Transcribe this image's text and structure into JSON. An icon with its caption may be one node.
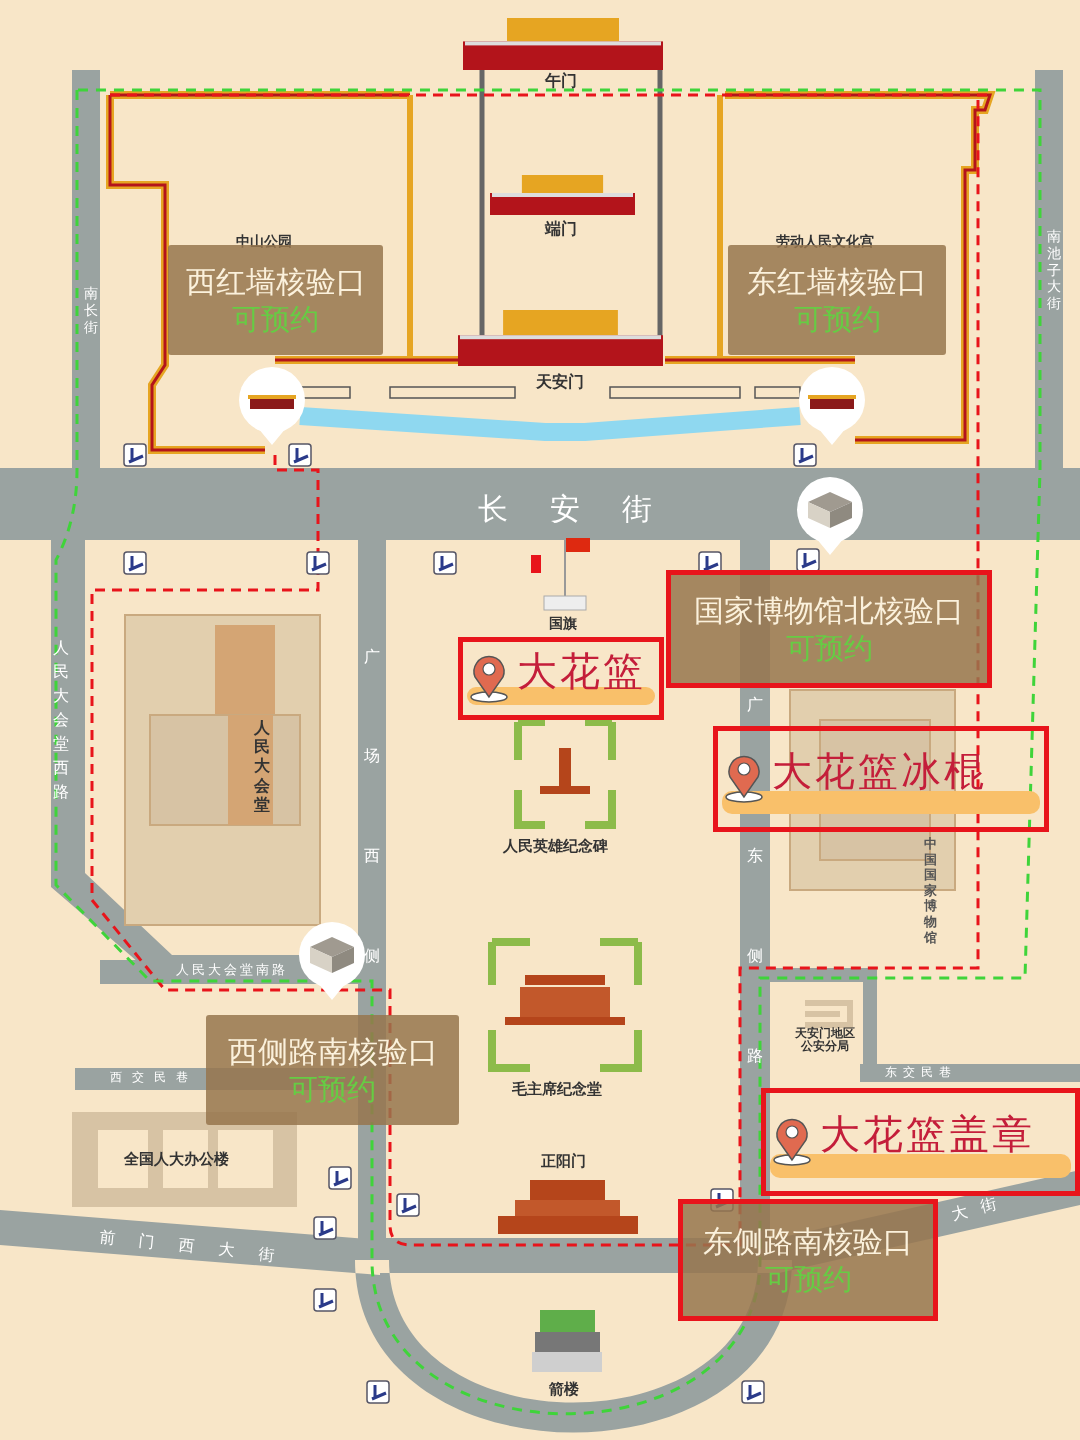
{
  "diagram": {
    "nodes": [
      {
        "text": [
          "西红墙核验口",
          "可预约"
        ]
      },
      {
        "text": [
          "东红墙核验口",
          "可预约"
        ]
      },
      {
        "text": [
          "大花篮"
        ]
      },
      {
        "text": [
          "国家博物馆北核验口",
          "可预约"
        ]
      },
      {
        "text": [
          "大花篮冰棍"
        ]
      },
      {
        "text": [
          "西侧路南核验口",
          "可预约"
        ]
      },
      {
        "text": [
          "大花篮盖章"
        ]
      },
      {
        "text": [
          "东侧路南核验口",
          "可预约"
        ]
      }
    ],
    "labels": [
      "午门",
      "端门",
      "中山公园",
      "劳动人民文化宫",
      "天安门",
      "南长街",
      "南池子大街",
      "长安街",
      "国旗",
      "广",
      "场",
      "西",
      "侧",
      "人民大会堂西路",
      "人民大会堂",
      "人民英雄纪念碑",
      "广",
      "东",
      "侧",
      "路",
      "中国国家博物馆",
      "人民大会堂南路",
      "毛主席纪念堂",
      "天安门地区公安分局",
      "西交民巷",
      "东交民巷",
      "全国人大办公楼",
      "正阳门",
      "前门西大街",
      "大街",
      "箭楼"
    ]
  }
}
